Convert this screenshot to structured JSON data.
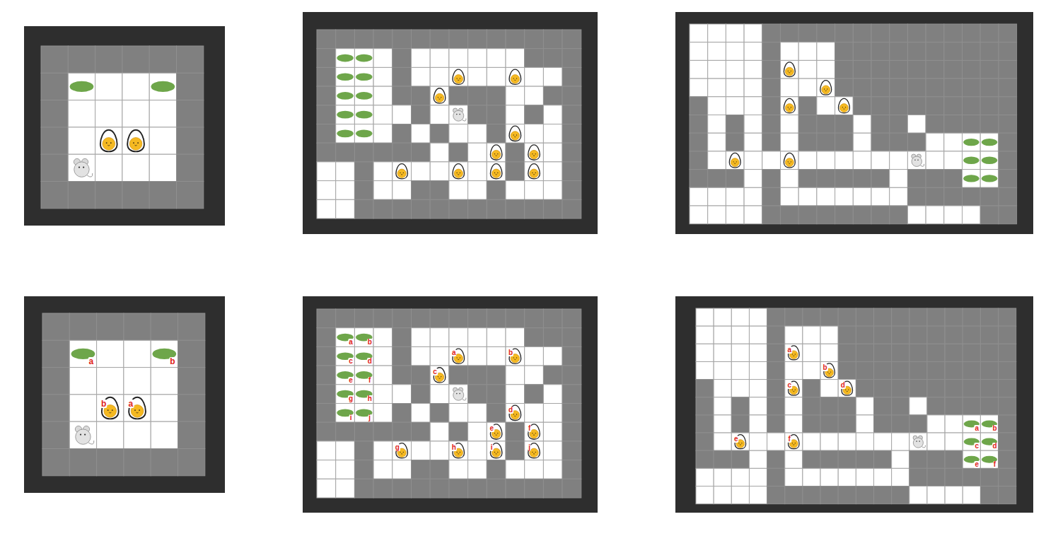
{
  "diagram": {
    "labels": [
      "a",
      "b",
      "b",
      "a",
      "a",
      "b",
      "c",
      "d",
      "e",
      "f",
      "g",
      "h",
      "i",
      "j",
      "a",
      "b",
      "c",
      "d",
      "e",
      "f",
      "g",
      "h",
      "i",
      "j",
      "a",
      "b",
      "c",
      "d",
      "e",
      "f",
      "a",
      "b",
      "c",
      "d",
      "e",
      "f"
    ]
  }
}
